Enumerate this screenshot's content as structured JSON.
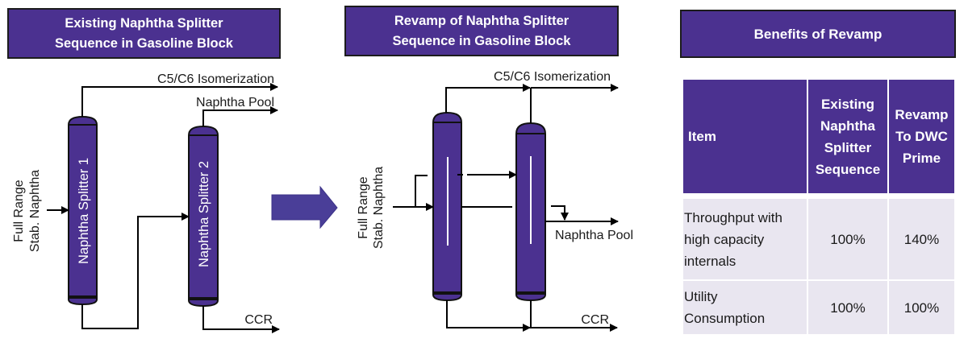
{
  "existing_panel": {
    "title_lines": [
      "Existing Naphtha Splitter",
      "Sequence in Gasoline Block"
    ],
    "feed_label_lines": [
      "Full Range",
      "Stab. Naphtha"
    ],
    "columns": [
      "Naphtha Splitter 1",
      "Naphtha Splitter 2"
    ],
    "streams": {
      "top_product": "C5/C6 Isomerization",
      "side_product": "Naphtha Pool",
      "bottom_product": "CCR"
    }
  },
  "transition_arrow": {
    "icon": "right-arrow"
  },
  "revamp_panel": {
    "title_lines": [
      "Revamp of Naphtha Splitter",
      "Sequence in Gasoline Block"
    ],
    "feed_label_lines": [
      "Full Range",
      "Stab. Naphtha"
    ],
    "streams": {
      "top_product": "C5/C6 Isomerization",
      "side_product": "Naphtha Pool",
      "bottom_product": "CCR"
    }
  },
  "benefits": {
    "title": "Benefits of Revamp",
    "table": {
      "headers": [
        "Item",
        "Existing Naphtha Splitter Sequence",
        "Revamp To DWC Prime"
      ],
      "rows": [
        {
          "item": "Throughput with high capacity internals",
          "existing": "100%",
          "revamp": "140%"
        },
        {
          "item": "Utility Consumption",
          "existing": "100%",
          "revamp": "100%"
        }
      ]
    }
  },
  "colors": {
    "primary_purple": "#4B3190",
    "arrow_purple": "#4A3E98",
    "table_body": "#E9E6F0",
    "pipe_line": "#000000",
    "text_on_purple": "#FFFFFF"
  }
}
